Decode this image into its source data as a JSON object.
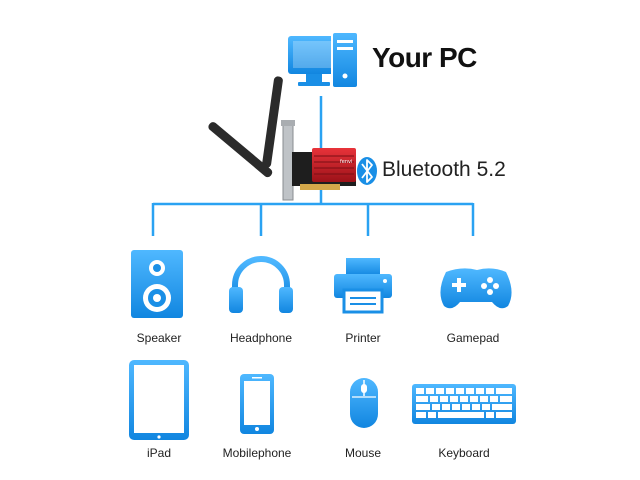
{
  "pc": {
    "title": "Your PC"
  },
  "adapter": {
    "bluetooth_label": "Bluetooth 5.2",
    "brand_text": "fenvi"
  },
  "colors": {
    "accent": "#2aa2f2",
    "accent_dark": "#0f7fd8",
    "card_red": "#c8202a",
    "pcb": "#1e1e1e"
  },
  "devices_row1": [
    {
      "name": "Speaker",
      "icon": "speaker-icon"
    },
    {
      "name": "Headphone",
      "icon": "headphone-icon"
    },
    {
      "name": "Printer",
      "icon": "printer-icon"
    },
    {
      "name": "Gamepad",
      "icon": "gamepad-icon"
    }
  ],
  "devices_row2": [
    {
      "name": "iPad",
      "icon": "tablet-icon"
    },
    {
      "name": "Mobilephone",
      "icon": "mobilephone-icon"
    },
    {
      "name": "Mouse",
      "icon": "mouse-icon"
    },
    {
      "name": "Keyboard",
      "icon": "keyboard-icon"
    }
  ]
}
